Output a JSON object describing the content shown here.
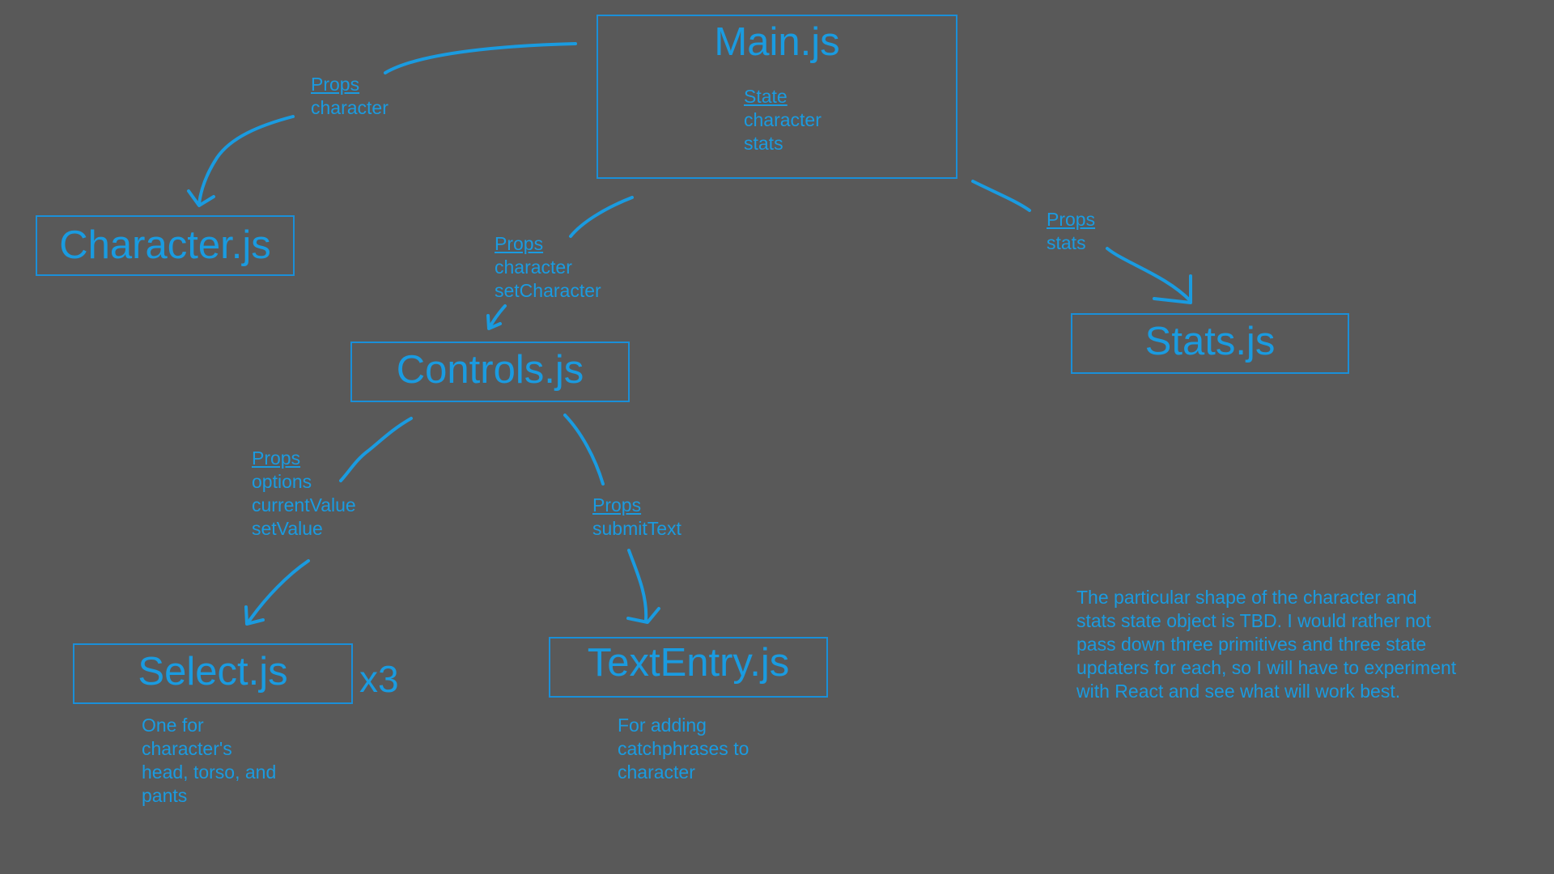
{
  "main": {
    "title": "Main.js",
    "state_heading": "State",
    "state_items": [
      "character",
      "stats"
    ]
  },
  "character": {
    "title": "Character.js"
  },
  "stats": {
    "title": "Stats.js"
  },
  "controls": {
    "title": "Controls.js"
  },
  "select": {
    "title": "Select.js",
    "multiplier": "x3",
    "description": [
      "One for",
      "character's",
      "head, torso, and",
      "pants"
    ]
  },
  "textentry": {
    "title": "TextEntry.js",
    "description": [
      "For adding",
      "catchphrases to",
      "character"
    ]
  },
  "edges": {
    "main_to_character": {
      "heading": "Props",
      "items": [
        "character"
      ]
    },
    "main_to_controls": {
      "heading": "Props",
      "items": [
        "character",
        "setCharacter"
      ]
    },
    "main_to_stats": {
      "heading": "Props",
      "items": [
        "stats"
      ]
    },
    "controls_to_select": {
      "heading": "Props",
      "items": [
        "options",
        "currentValue",
        "setValue"
      ]
    },
    "controls_to_textentry": {
      "heading": "Props",
      "items": [
        "submitText"
      ]
    }
  },
  "note": "The particular shape of the character and stats state object is TBD. I would rather not pass down three primitives and three state updaters for each, so I will have to experiment with React and see what will work best.",
  "colors": {
    "background": "#595959",
    "accent": "#1a9be0"
  }
}
